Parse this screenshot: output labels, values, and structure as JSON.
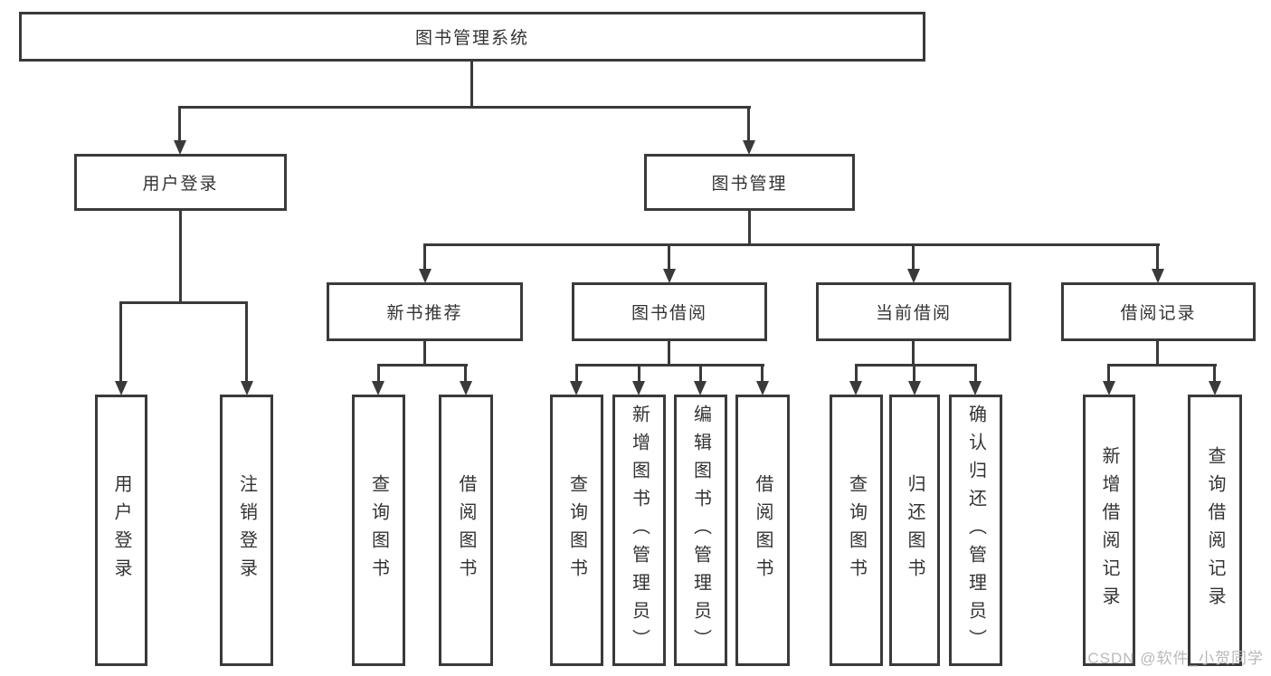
{
  "diagram": {
    "title": "图书管理系统",
    "type": "feature-tree",
    "colors": {
      "background": "#ffffff",
      "line": "#3a3a3a",
      "box_border": "#3a3a3a",
      "box_fill": "#ffffff",
      "text": "#333333",
      "watermark": "#b9b9b9"
    },
    "nodes": {
      "root": {
        "label": "图书管理系统"
      },
      "user_login": {
        "label": "用户登录"
      },
      "book_mgmt": {
        "label": "图书管理"
      },
      "new_book_rec": {
        "label": "新书推荐"
      },
      "book_borrow": {
        "label": "图书借阅"
      },
      "current_borrow": {
        "label": "当前借阅"
      },
      "borrow_record": {
        "label": "借阅记录"
      },
      "leaf_user_login": {
        "label": "用户登录"
      },
      "leaf_logout": {
        "label": "注销登录"
      },
      "leaf_nbr_query": {
        "label": "查询图书"
      },
      "leaf_nbr_borrow": {
        "label": "借阅图书"
      },
      "leaf_bb_query": {
        "label": "查询图书"
      },
      "leaf_bb_add": {
        "label": "新增图书（管理员）"
      },
      "leaf_bb_edit": {
        "label": "编辑图书（管理员）"
      },
      "leaf_bb_borrow": {
        "label": "借阅图书"
      },
      "leaf_cb_query": {
        "label": "查询图书"
      },
      "leaf_cb_return": {
        "label": "归还图书"
      },
      "leaf_cb_confirm": {
        "label": "确认归还（管理员）"
      },
      "leaf_br_add": {
        "label": "新增借阅记录"
      },
      "leaf_br_query": {
        "label": "查询借阅记录"
      }
    },
    "structure": {
      "root": "图书管理系统",
      "children": [
        {
          "label": "用户登录",
          "children": [
            "用户登录",
            "注销登录"
          ]
        },
        {
          "label": "图书管理",
          "children": [
            {
              "label": "新书推荐",
              "children": [
                "查询图书",
                "借阅图书"
              ]
            },
            {
              "label": "图书借阅",
              "children": [
                "查询图书",
                "新增图书（管理员）",
                "编辑图书（管理员）",
                "借阅图书"
              ]
            },
            {
              "label": "当前借阅",
              "children": [
                "查询图书",
                "归还图书",
                "确认归还（管理员）"
              ]
            },
            {
              "label": "借阅记录",
              "children": [
                "新增借阅记录",
                "查询借阅记录"
              ]
            }
          ]
        }
      ]
    },
    "watermark": {
      "text": "CSDN @软件_小贺同学"
    }
  }
}
